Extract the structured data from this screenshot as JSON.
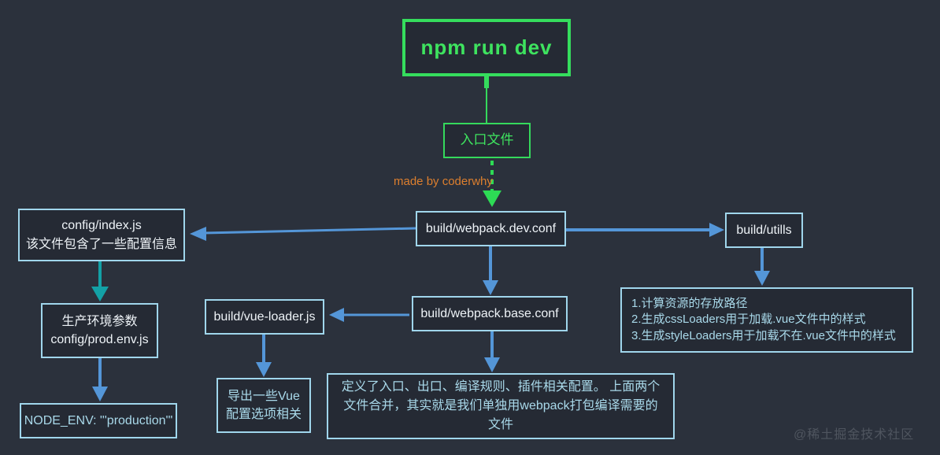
{
  "colors": {
    "background": "#2b313c",
    "green": "#35dd5d",
    "blue_border": "#a0d6ec",
    "arrow_blue": "#5496d8",
    "arrow_teal": "#13a1a6",
    "orange": "#dd7f2e",
    "text_white": "#eef3f7",
    "text_light_blue": "#a9d9ea",
    "watermark_gray": "#4f555f"
  },
  "nodes": {
    "npm_run_dev": {
      "label": "npm run dev"
    },
    "entry_file": {
      "label": "入口文件"
    },
    "credit": {
      "label": "made by coderwhy"
    },
    "webpack_dev_conf": {
      "label": "build/webpack.dev.conf"
    },
    "config_index": {
      "line1": "config/index.js",
      "line2": "该文件包含了一些配置信息"
    },
    "build_utills": {
      "label": "build/utills"
    },
    "prod_env": {
      "line1": "生产环境参数",
      "line2": "config/prod.env.js"
    },
    "node_env": {
      "label": "NODE_ENV: \"'production'\""
    },
    "vue_loader": {
      "label": "build/vue-loader.js"
    },
    "webpack_base_conf": {
      "label": "build/webpack.base.conf"
    },
    "vue_options": {
      "line1": "导出一些Vue",
      "line2": "配置选项相关"
    },
    "utils_desc": {
      "line1": "1.计算资源的存放路径",
      "line2": "2.生成cssLoaders用于加载.vue文件中的样式",
      "line3": "3.生成styleLoaders用于加载不在.vue文件中的样式"
    },
    "base_desc": {
      "text": "定义了入口、出口、编译规则、插件相关配置。 上面两个文件合并，其实就是我们单独用webpack打包编译需要的文件"
    }
  },
  "watermark": {
    "label": "@稀土掘金技术社区"
  }
}
